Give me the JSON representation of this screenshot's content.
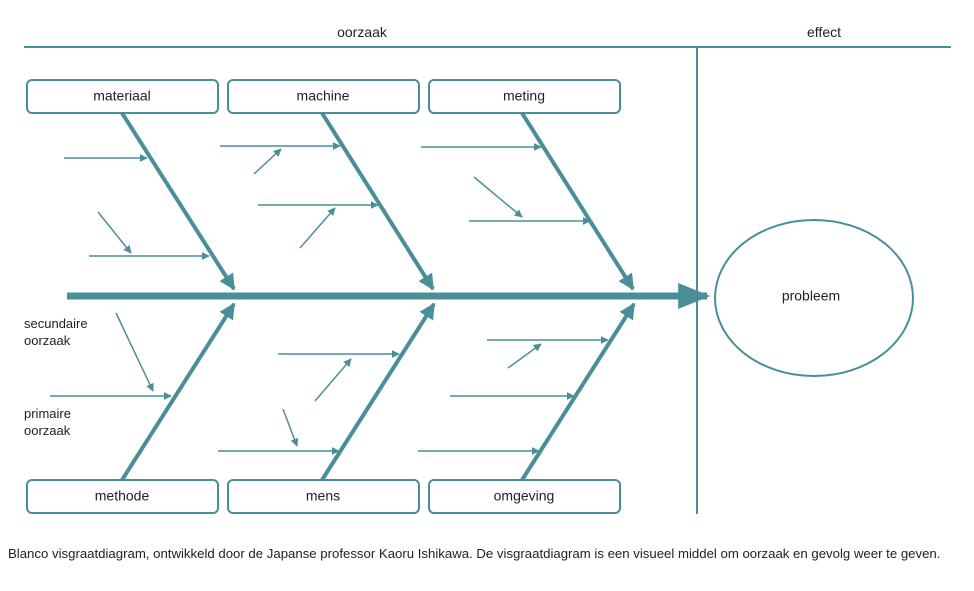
{
  "header": {
    "cause_label": "oorzaak",
    "effect_label": "effect"
  },
  "colors": {
    "line": "#4a8f98"
  },
  "categories": {
    "top": [
      "materiaal",
      "machine",
      "meting"
    ],
    "bottom": [
      "methode",
      "mens",
      "omgeving"
    ]
  },
  "effect": {
    "label": "probleem"
  },
  "legend": {
    "secondary": [
      "secundaire",
      "oorzaak"
    ],
    "primary": [
      "primaire",
      "oorzaak"
    ]
  },
  "caption": "Blanco visgraatdiagram, ontwikkeld door de Japanse professor Kaoru Ishikawa. De visgraatdiagram is een visueel middel om oorzaak en gevolg weer te geven."
}
